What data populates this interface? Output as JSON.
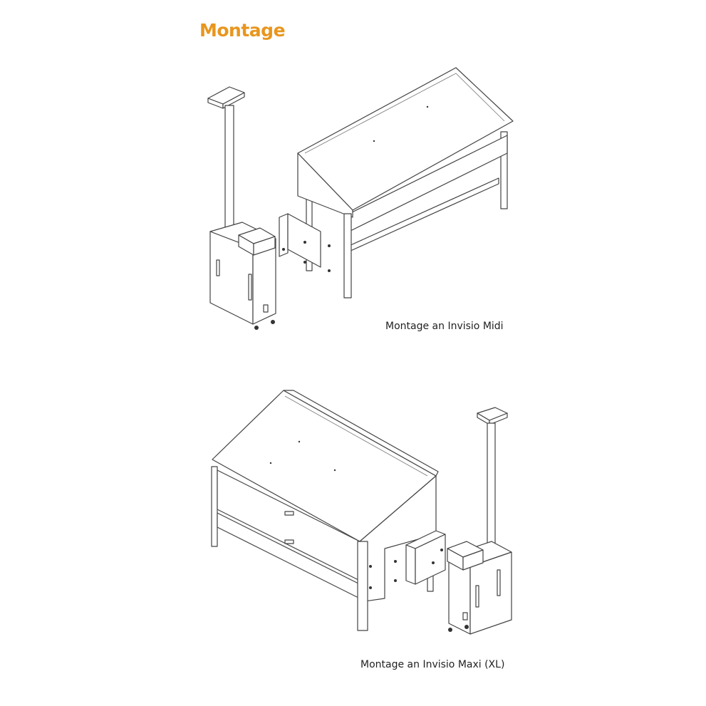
{
  "title": "Montage",
  "figures": [
    {
      "caption": "Montage an Invisio Midi"
    },
    {
      "caption": "Montage an Invisio Maxi (XL)"
    }
  ],
  "colors": {
    "title": "#e8961e",
    "line": "#444444"
  }
}
